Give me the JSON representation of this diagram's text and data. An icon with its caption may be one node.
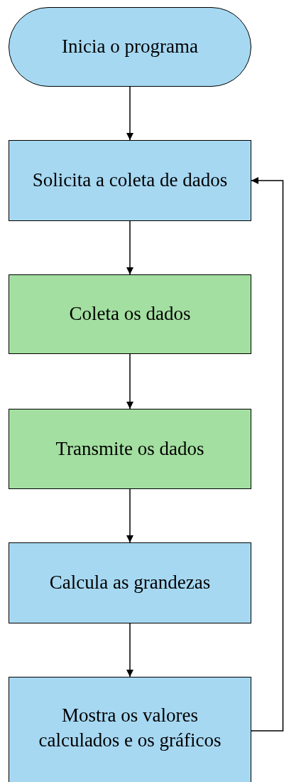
{
  "diagram": {
    "nodes": [
      {
        "text": [
          "Inicia o programa"
        ]
      },
      {
        "text": [
          "Solicita a coleta de dados"
        ]
      },
      {
        "text": [
          "Coleta os dados"
        ]
      },
      {
        "text": [
          "Transmite os dados"
        ]
      },
      {
        "text": [
          "Calcula as grandezas"
        ]
      },
      {
        "text": [
          "Mostra os valores calculados e os gráficos"
        ]
      }
    ],
    "edges": [
      {
        "from": 0,
        "to": 1,
        "arrow": "to"
      },
      {
        "from": 1,
        "to": 2,
        "arrow": "to"
      },
      {
        "from": 2,
        "to": 3,
        "arrow": "to"
      },
      {
        "from": 3,
        "to": 4,
        "arrow": "to"
      },
      {
        "from": 4,
        "to": 5,
        "arrow": "to"
      },
      {
        "from": 5,
        "to": 1,
        "arrow": "to"
      }
    ]
  }
}
